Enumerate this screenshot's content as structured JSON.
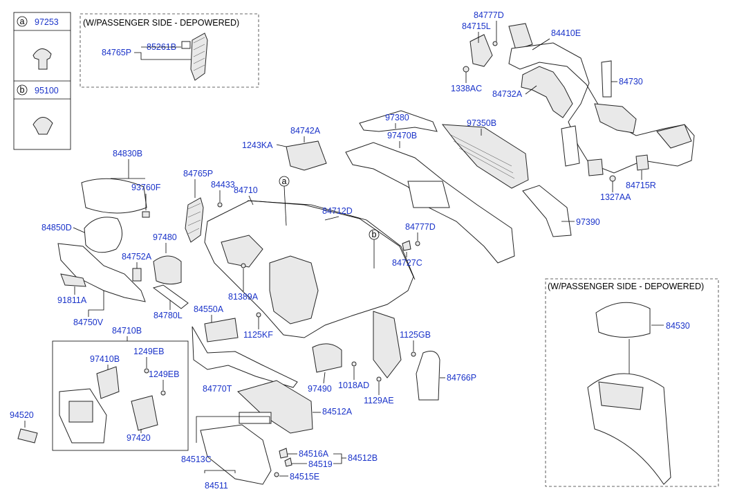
{
  "legend": {
    "a": {
      "letter": "a",
      "code": "97253"
    },
    "b": {
      "letter": "b",
      "code": "95100"
    }
  },
  "callouts": {
    "a": "a",
    "b": "b"
  },
  "boxes": {
    "top_variant": "(W/PASSENGER SIDE - DEPOWERED)",
    "right_variant": "(W/PASSENGER SIDE - DEPOWERED)"
  },
  "labels": {
    "p84765P_top": "84765P",
    "p85261B": "85261B",
    "p84777D_top": "84777D",
    "p84715L": "84715L",
    "p84410E": "84410E",
    "p1338AC": "1338AC",
    "p84730": "84730",
    "p84732A": "84732A",
    "p97380": "97380",
    "p97350B": "97350B",
    "p97470B": "97470B",
    "p84742A": "84742A",
    "p1243KA": "1243KA",
    "p84715R": "84715R",
    "p1327AA": "1327AA",
    "p97390": "97390",
    "p84830B": "84830B",
    "p93760F": "93760F",
    "p84765P": "84765P",
    "p84433": "84433",
    "p84710": "84710",
    "p84712D": "84712D",
    "p84777D": "84777D",
    "p84727C": "84727C",
    "p84850D": "84850D",
    "p97480": "97480",
    "p84752A": "84752A",
    "p91811A": "91811A",
    "p84780L": "84780L",
    "p84750V": "84750V",
    "p81389A": "81389A",
    "p84550A": "84550A",
    "p1125KF": "1125KF",
    "p1125GB": "1125GB",
    "p84766P": "84766P",
    "p84530": "84530",
    "p84710B": "84710B",
    "p1249EB_a": "1249EB",
    "p97410B": "97410B",
    "p1249EB_b": "1249EB",
    "p94520": "94520",
    "p97420": "97420",
    "p84770T": "84770T",
    "p97490": "97490",
    "p1018AD": "1018AD",
    "p1129AE": "1129AE",
    "p84512A": "84512A",
    "p84516A": "84516A",
    "p84519": "84519",
    "p84512B": "84512B",
    "p84513C": "84513C",
    "p84515E": "84515E",
    "p84511": "84511"
  }
}
